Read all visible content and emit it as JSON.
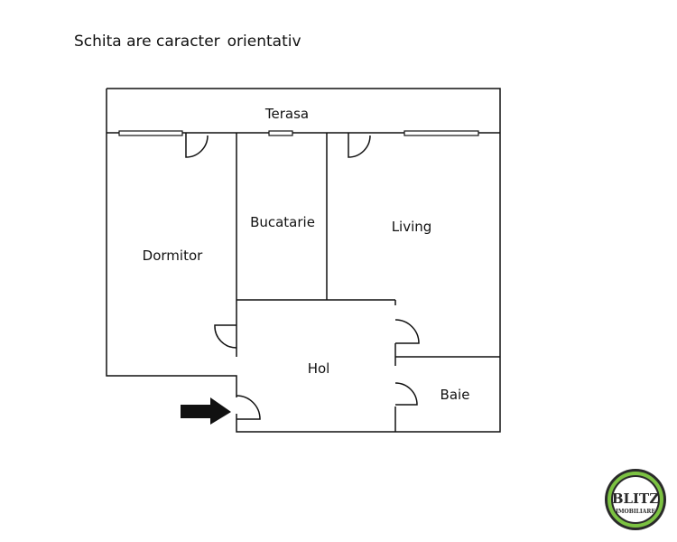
{
  "note": {
    "part1": "Schita are caracter",
    "part2": "orientativ"
  },
  "rooms": {
    "terasa": "Terasa",
    "bucatarie": "Bucatarie",
    "living": "Living",
    "dormitor": "Dormitor",
    "hol": "Hol",
    "baie": "Baie"
  },
  "logo": {
    "name": "BLITZ",
    "tagline": "IMOBILIARE"
  },
  "colors": {
    "wall": "#111111",
    "logo_ring": "#7cc242",
    "logo_dark": "#2a2a2a"
  }
}
